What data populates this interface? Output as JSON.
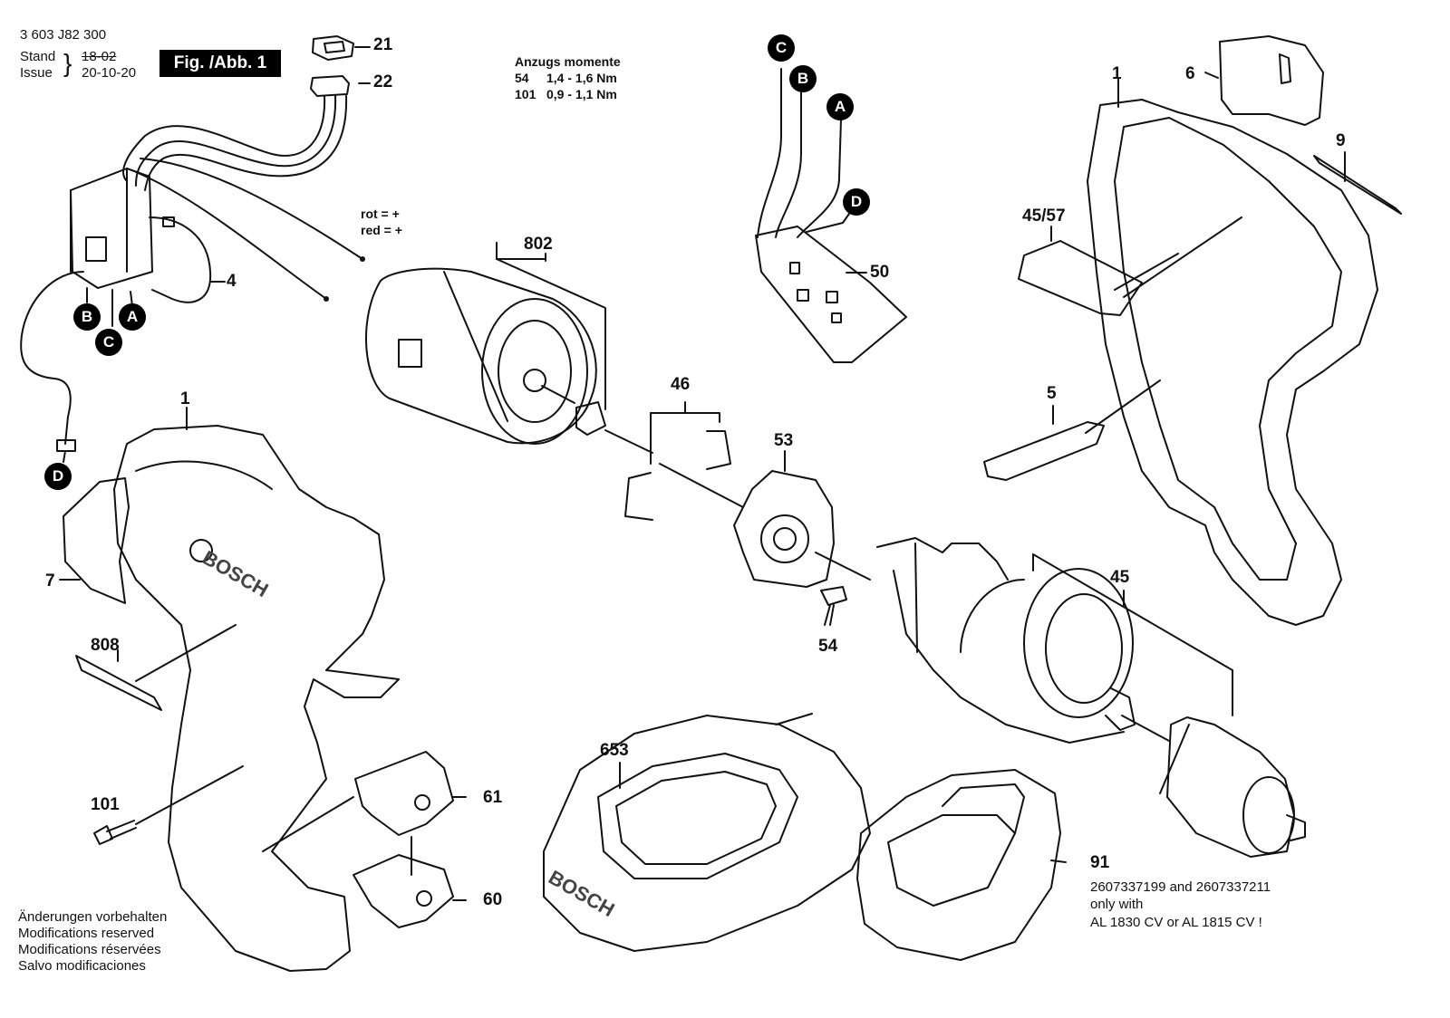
{
  "header": {
    "part_number": "3 603 J82 300",
    "stand_label": "Stand",
    "issue_label": "Issue",
    "stand_value": "18-02",
    "issue_value": "20-10-20",
    "figure_label": "Fig. /Abb. 1"
  },
  "torque": {
    "title": "Anzugs momente",
    "rows": [
      {
        "part": "54",
        "value": "1,4 - 1,6 Nm"
      },
      {
        "part": "101",
        "value": "0,9 - 1,1 Nm"
      }
    ]
  },
  "wire_notes": {
    "rot": "rot = +",
    "red": "red = +"
  },
  "connectors": {
    "a": "A",
    "b": "B",
    "c": "C",
    "d": "D"
  },
  "callouts": {
    "p21": "21",
    "p22": "22",
    "p4": "4",
    "p802": "802",
    "p50": "50",
    "p1_top": "1",
    "p6": "6",
    "p9": "9",
    "p45_57": "45/57",
    "p5": "5",
    "p1_left": "1",
    "p7": "7",
    "p808": "808",
    "p46": "46",
    "p53": "53",
    "p54": "54",
    "p45": "45",
    "p101": "101",
    "p61": "61",
    "p60": "60",
    "p653": "653",
    "p91": "91"
  },
  "battery_note": {
    "line1": "2607337199 and 2607337211",
    "line2": "only with",
    "line3": "AL 1830 CV or AL 1815 CV !"
  },
  "footer": [
    "Änderungen vorbehalten",
    "Modifications reserved",
    "Modifications réservées",
    "Salvo modificaciones"
  ],
  "housing_brand": "BOSCH",
  "charger_brand": "BOSCH"
}
